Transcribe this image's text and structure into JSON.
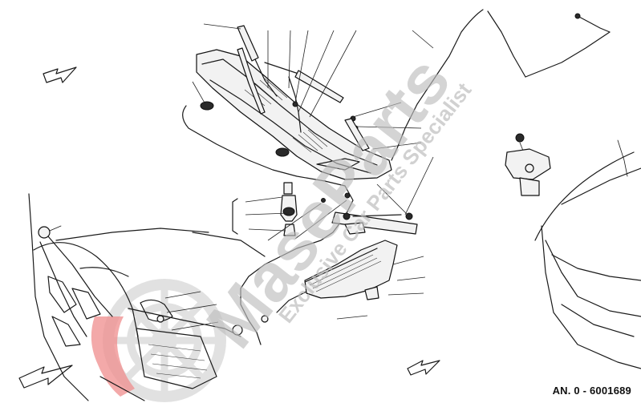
{
  "drawing_code": "AN. 0 - 6001689",
  "watermark": {
    "brand": "MaseParts",
    "tagline": "Exclusive Car Parts Specialist",
    "color_grey": "#b9b9b9",
    "color_red": "#e23b3b"
  },
  "icons": [
    "direction-arrow-icon",
    "watermark-logo-icon"
  ]
}
